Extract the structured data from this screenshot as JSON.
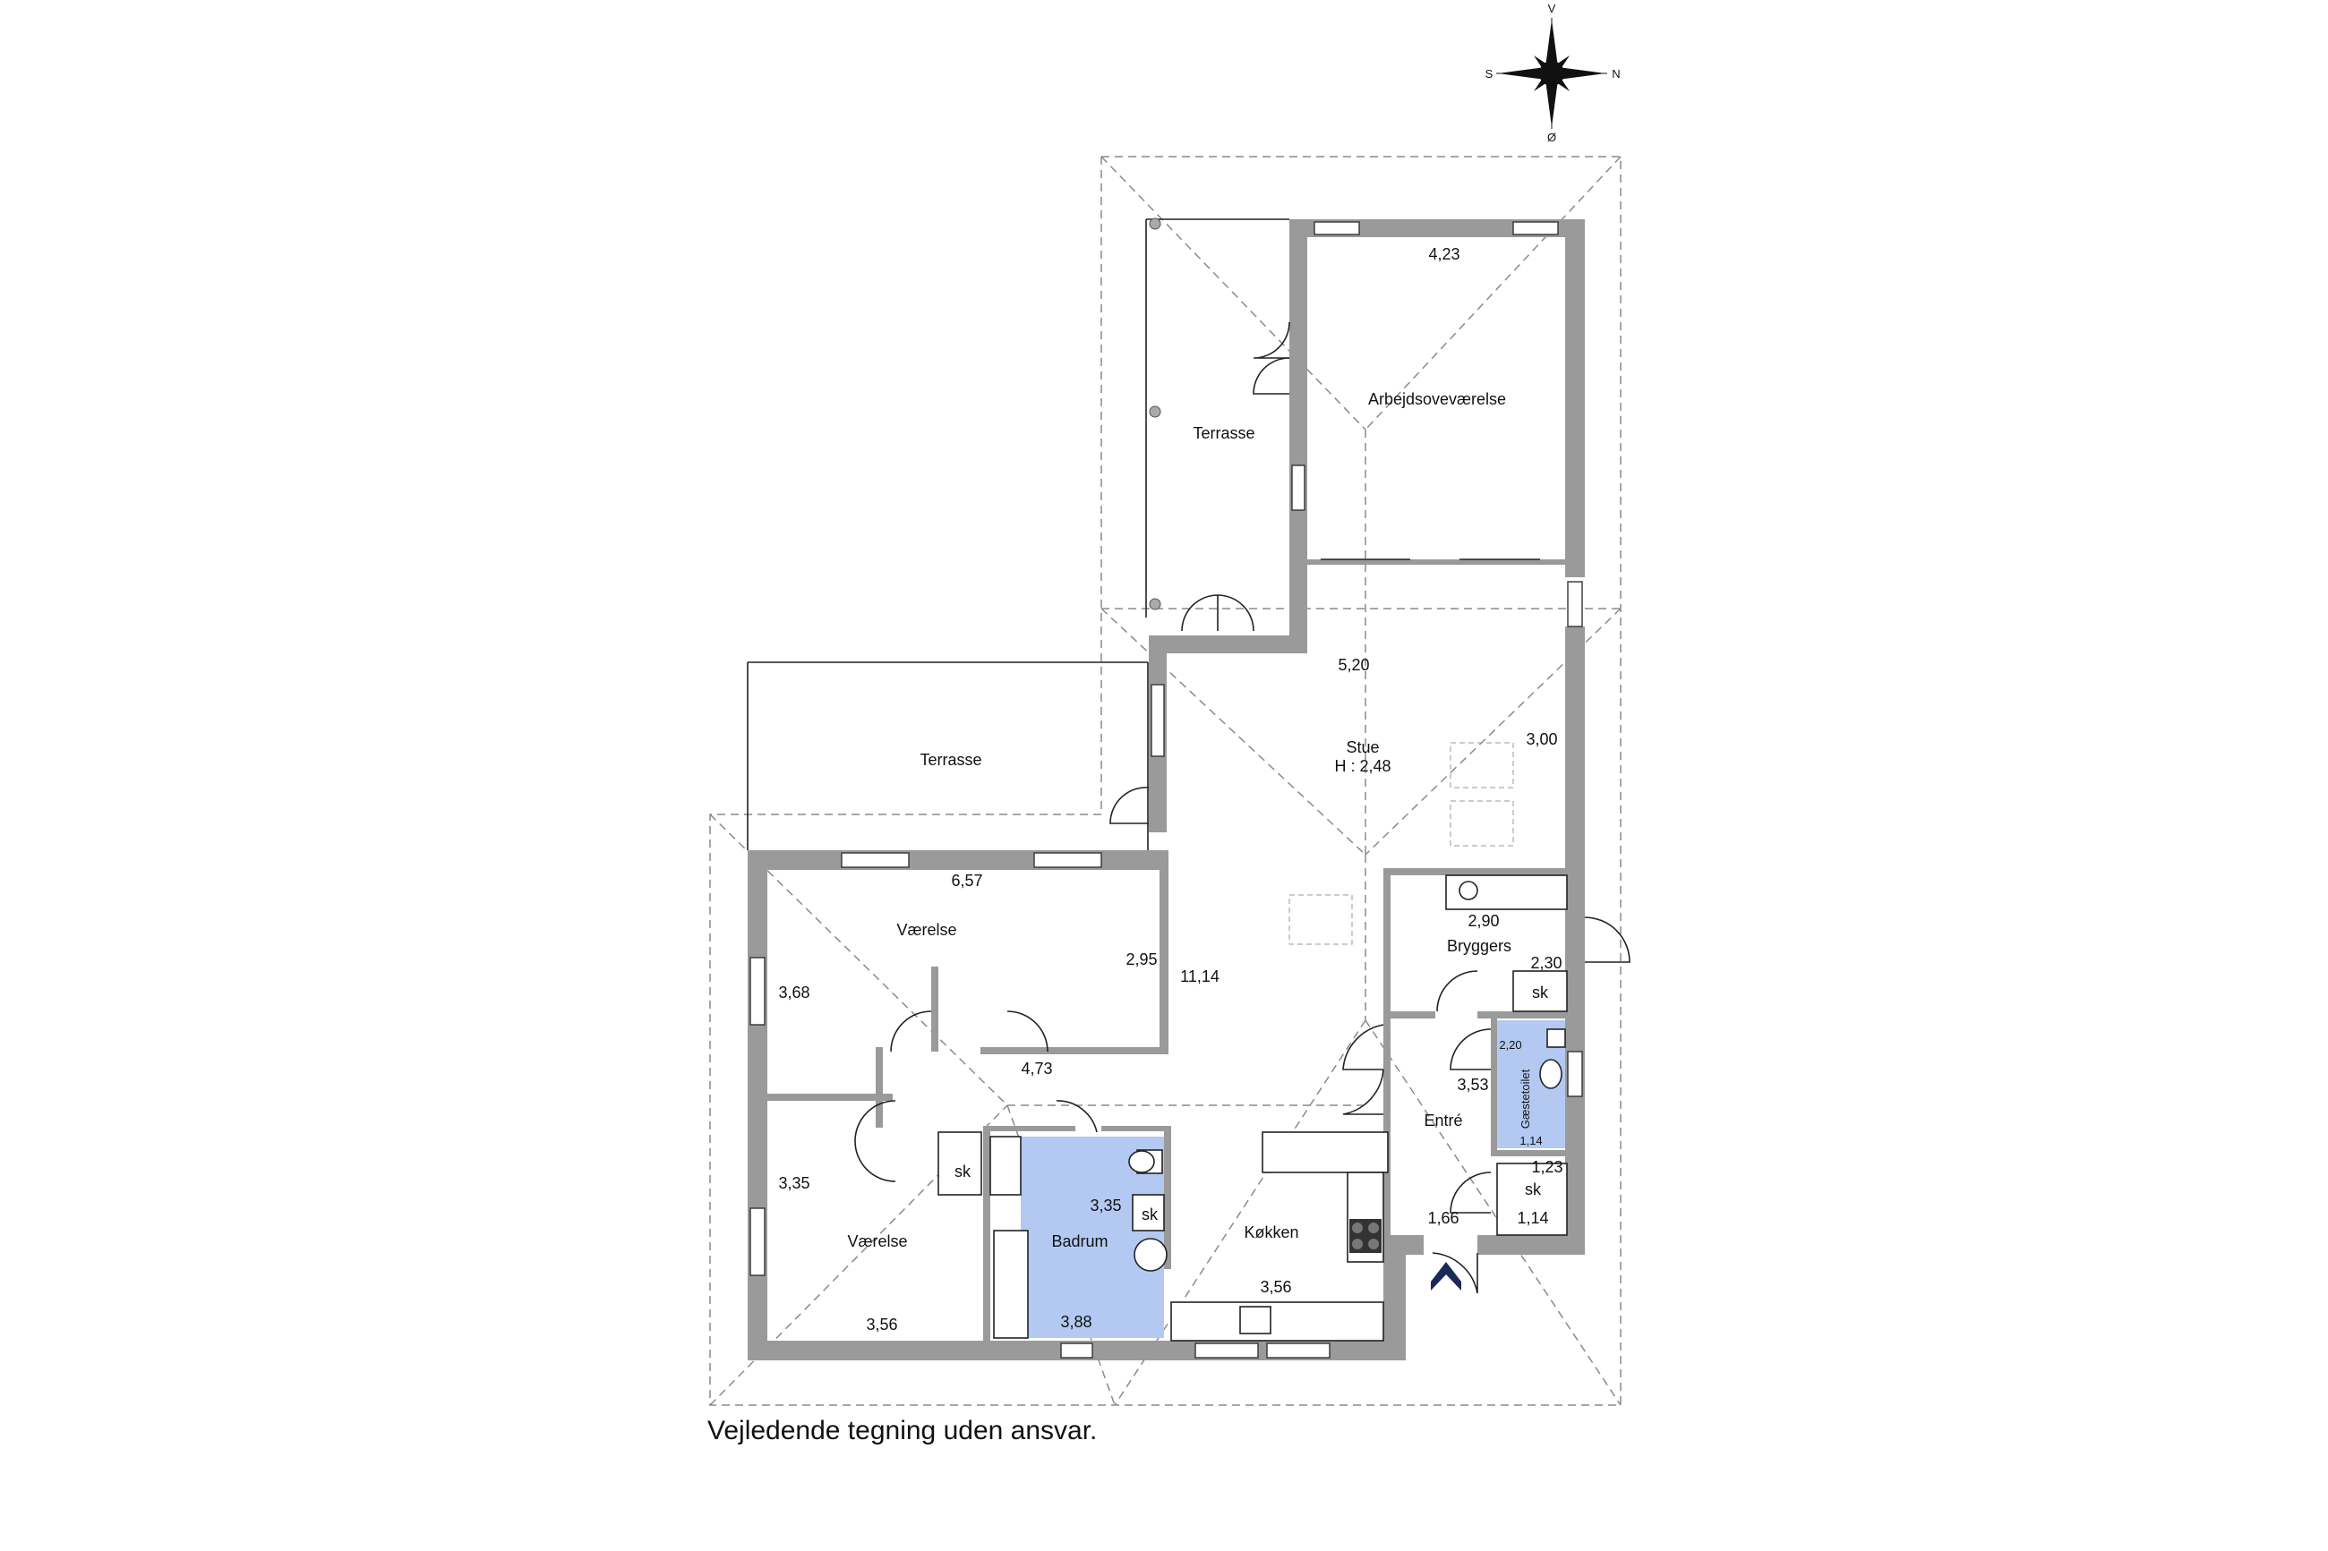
{
  "compass": {
    "north": "N",
    "south": "S",
    "east": "Ø",
    "west": "V"
  },
  "rooms": {
    "terrasse_top": "Terrasse",
    "arbejds": "Arbejdsoveværelse",
    "terrasse_left": "Terrasse",
    "stue": "Stue",
    "stue_height": "H : 2,48",
    "vaerelse_top": "Værelse",
    "vaerelse_bottom": "Værelse",
    "badrum": "Badrum",
    "koekken": "Køkken",
    "bryggers": "Bryggers",
    "entre": "Entré",
    "gaestetoilet": "Gæstetoilet",
    "sk_hall": "sk",
    "sk_bath": "sk",
    "sk_bryggers": "sk",
    "sk_entre": "sk"
  },
  "dims": {
    "arbejds_width": "4,23",
    "stue_width": "5,20",
    "stue_right": "3,00",
    "vaerelse_top_width": "6,57",
    "vaerelse_top_left": "3,68",
    "vaerelse_top_right": "2,95",
    "stue_depth": "11,14",
    "hall_width": "4,73",
    "vaerelse_bottom_left": "3,35",
    "vaerelse_bottom_width": "3,56",
    "badrum_right": "3,35",
    "badrum_width": "3,88",
    "koekken_width": "3,56",
    "bryggers_width": "2,90",
    "bryggers_right": "2,30",
    "gaestetoilet_top": "2,20",
    "gaestetoilet_bottom": "1,14",
    "entre_right": "3,53",
    "sk_entre_top": "1,23",
    "sk_entre_bottom": "1,14",
    "entre_width": "1,66"
  },
  "colors": {
    "wet_room": "#b3c9f2",
    "wall": "#9a9a9a"
  },
  "note": "Vejledende tegning uden ansvar."
}
